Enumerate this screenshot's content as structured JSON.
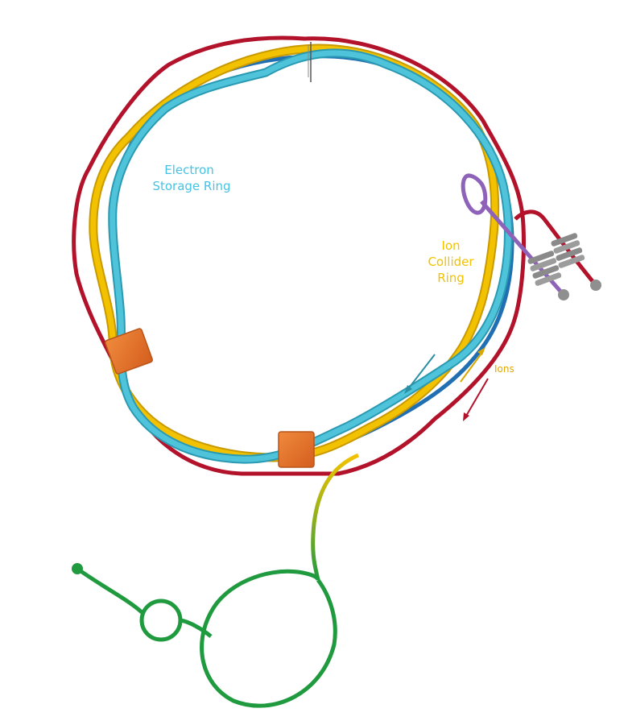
{
  "labels": {
    "electron_ring_line1": "Electron",
    "electron_ring_line2": "Storage Ring",
    "ion_ring_line1": "Ion",
    "ion_ring_line2": "Collider",
    "ion_ring_line3": "Ring",
    "ions": "Ions"
  },
  "colors": {
    "outer_ring": "#b3122b",
    "blue_ring": "#1f6fb2",
    "ion_ring": "#f2c200",
    "electron_ring": "#4fc3d9",
    "injector": "#1f9a3e",
    "detector": "#e8702a",
    "electron_label": "#46c3e2",
    "ion_label": "#f2c200",
    "injector_line": "#8e62b8",
    "coil": "#9a9a9a"
  },
  "icons": {
    "detector": "rectangle-block",
    "coil": "spring-coil",
    "endpoint": "ball-terminal",
    "direction": "arrow"
  }
}
